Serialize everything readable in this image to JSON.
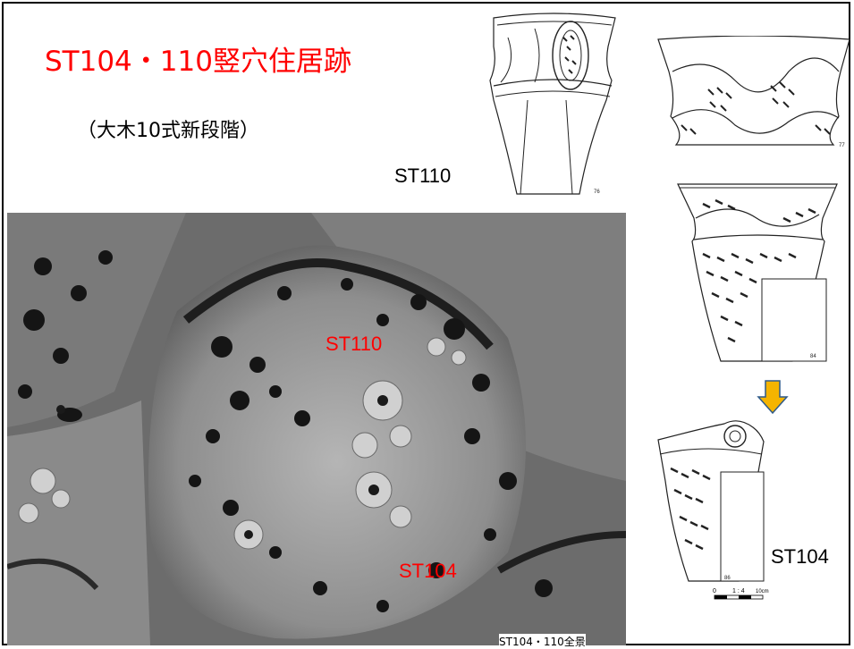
{
  "title": "ST104・110竪穴住居跡",
  "subtitle": "（大木10式新段階）",
  "labels": {
    "st110_side": "ST110",
    "st104_side": "ST104",
    "st110_photo": "ST110",
    "st104_photo": "ST104"
  },
  "caption": "ST104・110全景",
  "figure_numbers": {
    "pot_76": "76",
    "pot_77": "77",
    "pot_84": "84",
    "pot_86": "86"
  },
  "scale_bar": "1 : 4",
  "scale_unit": "10cm",
  "scale_zero": "0",
  "colors": {
    "accent_red": "#ff0000",
    "arrow_fill": "#f5b400",
    "arrow_stroke": "#2e5a8a"
  },
  "icons": [
    "down-arrow-icon"
  ]
}
